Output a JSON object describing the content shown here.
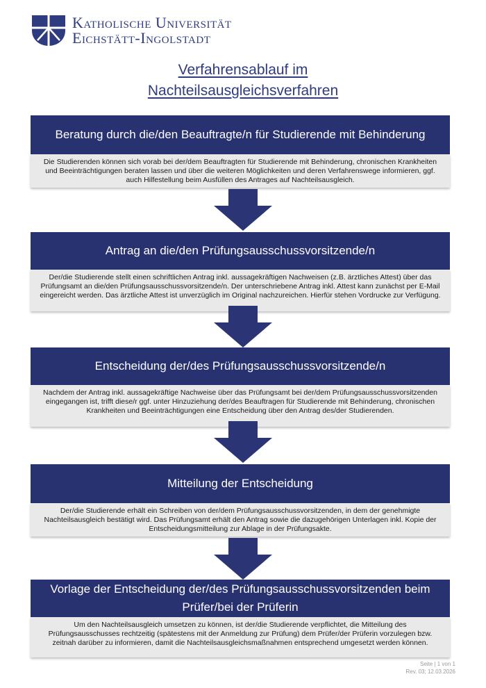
{
  "header": {
    "university_line1": "Katholische Universität",
    "university_line2": "Eichstätt-Ingolstadt"
  },
  "title": {
    "line1": "Verfahrensablauf im",
    "line2": "Nachteilsausgleichsverfahren"
  },
  "steps": [
    {
      "heading": "Beratung durch die/den Beauftragte/n für Studierende mit Behinderung",
      "text": "Die Studierenden können sich vorab bei der/dem Beauftragten für Studierende mit Behinderung, chronischen Krankheiten und Beeinträchtigungen beraten lassen und über die weiteren Möglichkeiten und deren Verfahrenswege informieren, ggf. auch Hilfestellung beim Ausfüllen des Antrages auf Nachteilsausgleich."
    },
    {
      "heading": "Antrag an die/den Prüfungsausschussvorsitzende/n",
      "text": "Der/die Studierende stellt einen schriftlichen Antrag inkl. aussagekräftigen Nachweisen (z.B. ärztliches Attest) über das Prüfungsamt an die/den Prüfungsausschussvorsitzende/n. Der unterschriebene Antrag inkl. Attest kann zunächst per E-Mail eingereicht werden. Das ärztliche Attest ist unverzüglich im Original nachzureichen. Hierfür stehen Vordrucke zur Verfügung."
    },
    {
      "heading": "Entscheidung der/des Prüfungsausschussvorsitzende/n",
      "text": "Nachdem der Antrag inkl. aussagekräftige Nachweise über das Prüfungsamt bei der/dem Prüfungsausschussvorsitzenden eingegangen ist, trifft diese/r ggf. unter Hinzuziehung der/des Beauftragen für Studierende mit Behinderung, chronischen Krankheiten und Beeinträchtigungen eine Entscheidung über den Antrag des/der Studierenden."
    },
    {
      "heading": "Mitteilung der Entscheidung",
      "text": "Der/die Studierende erhält ein Schreiben von der/dem Prüfungsausschussvorsitzenden, in dem der genehmigte Nachteilsausgleich bestätigt wird. Das Prüfungsamt erhält den Antrag sowie die dazugehörigen Unterlagen inkl. Kopie der Entscheidungsmitteilung zur Ablage in der Prüfungsakte."
    },
    {
      "heading": "Vorlage der Entscheidung der/des Prüfungsausschussvorsitzenden beim Prüfer/bei der Prüferin",
      "text": "Um den Nachteilsausgleich umsetzen zu können, ist der/die Studierende verpflichtet, die Mitteilung des Prüfungsausschusses rechtzeitig (spätestens mit der Anmeldung zur Prüfung) dem Prüfer/der Prüferin vorzulegen bzw. zeitnah darüber zu informieren, damit die Nachteilsausgleichsmaßnahmen entsprechend umgesetzt werden können."
    }
  ],
  "footer": {
    "page": "Seite | 1 von 1",
    "revision": "Rev. 03; 12.03.2026"
  },
  "colors": {
    "brand_blue": "#2f3b7f",
    "box_blue": "#283270",
    "arrow_blue": "#2b3576",
    "body_grey": "#e9e9e9"
  }
}
